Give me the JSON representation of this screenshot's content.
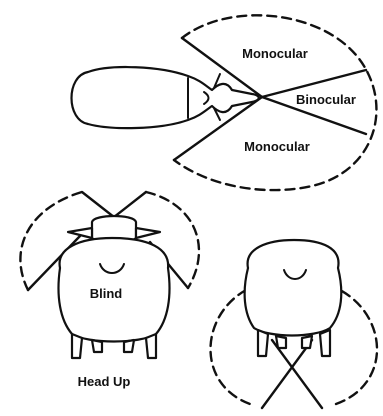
{
  "labels": {
    "monocular_top": "Monocular",
    "binocular": "Binocular",
    "monocular_bottom": "Monocular",
    "blind": "Blind",
    "head_up": "Head Up"
  }
}
